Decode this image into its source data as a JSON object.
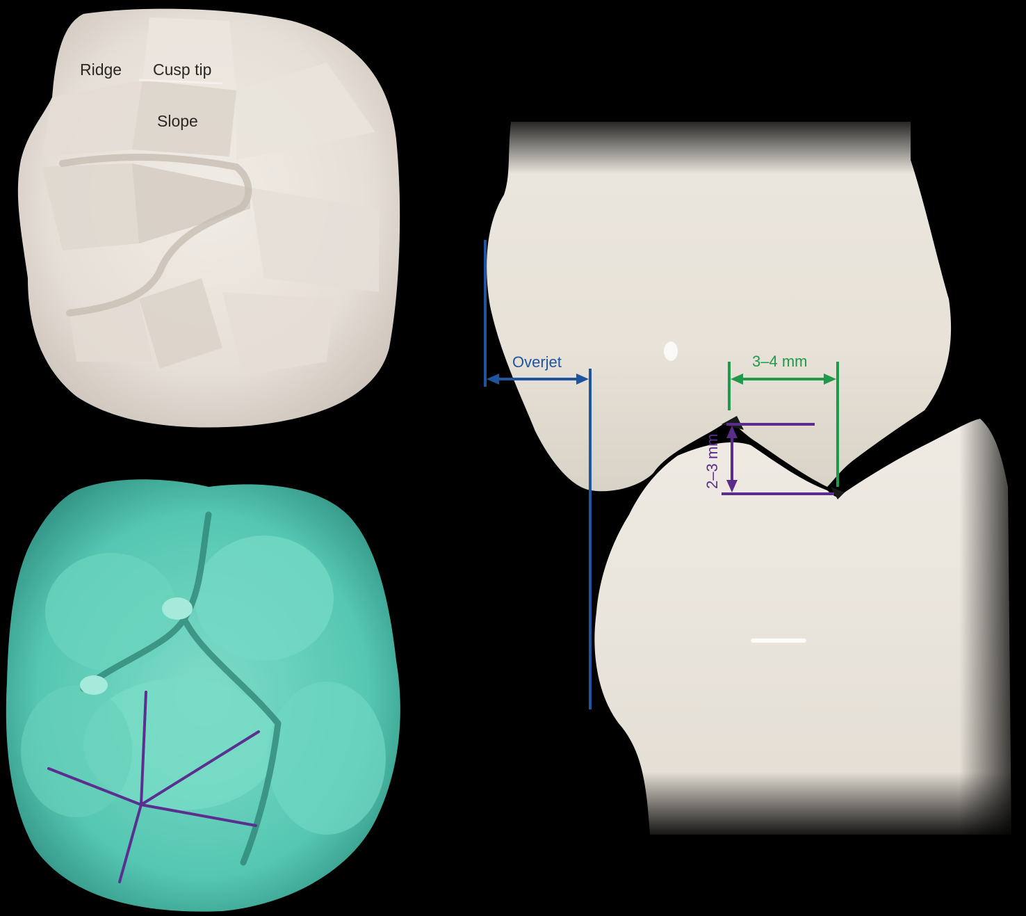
{
  "labels": {
    "ridge": "Ridge",
    "cusp_tip": "Cusp tip",
    "slope": "Slope",
    "overjet": "Overjet",
    "width": "3–4 mm",
    "depth": "2–3 mm"
  },
  "colors": {
    "background": "#000000",
    "tooth_white": "#e9e3dc",
    "wax_teal": "#5fcdb8",
    "overjet_line": "#1f55a0",
    "width_line": "#1f9a4a",
    "depth_line": "#5a2d8c",
    "radial_lines": "#5b2f8f"
  }
}
